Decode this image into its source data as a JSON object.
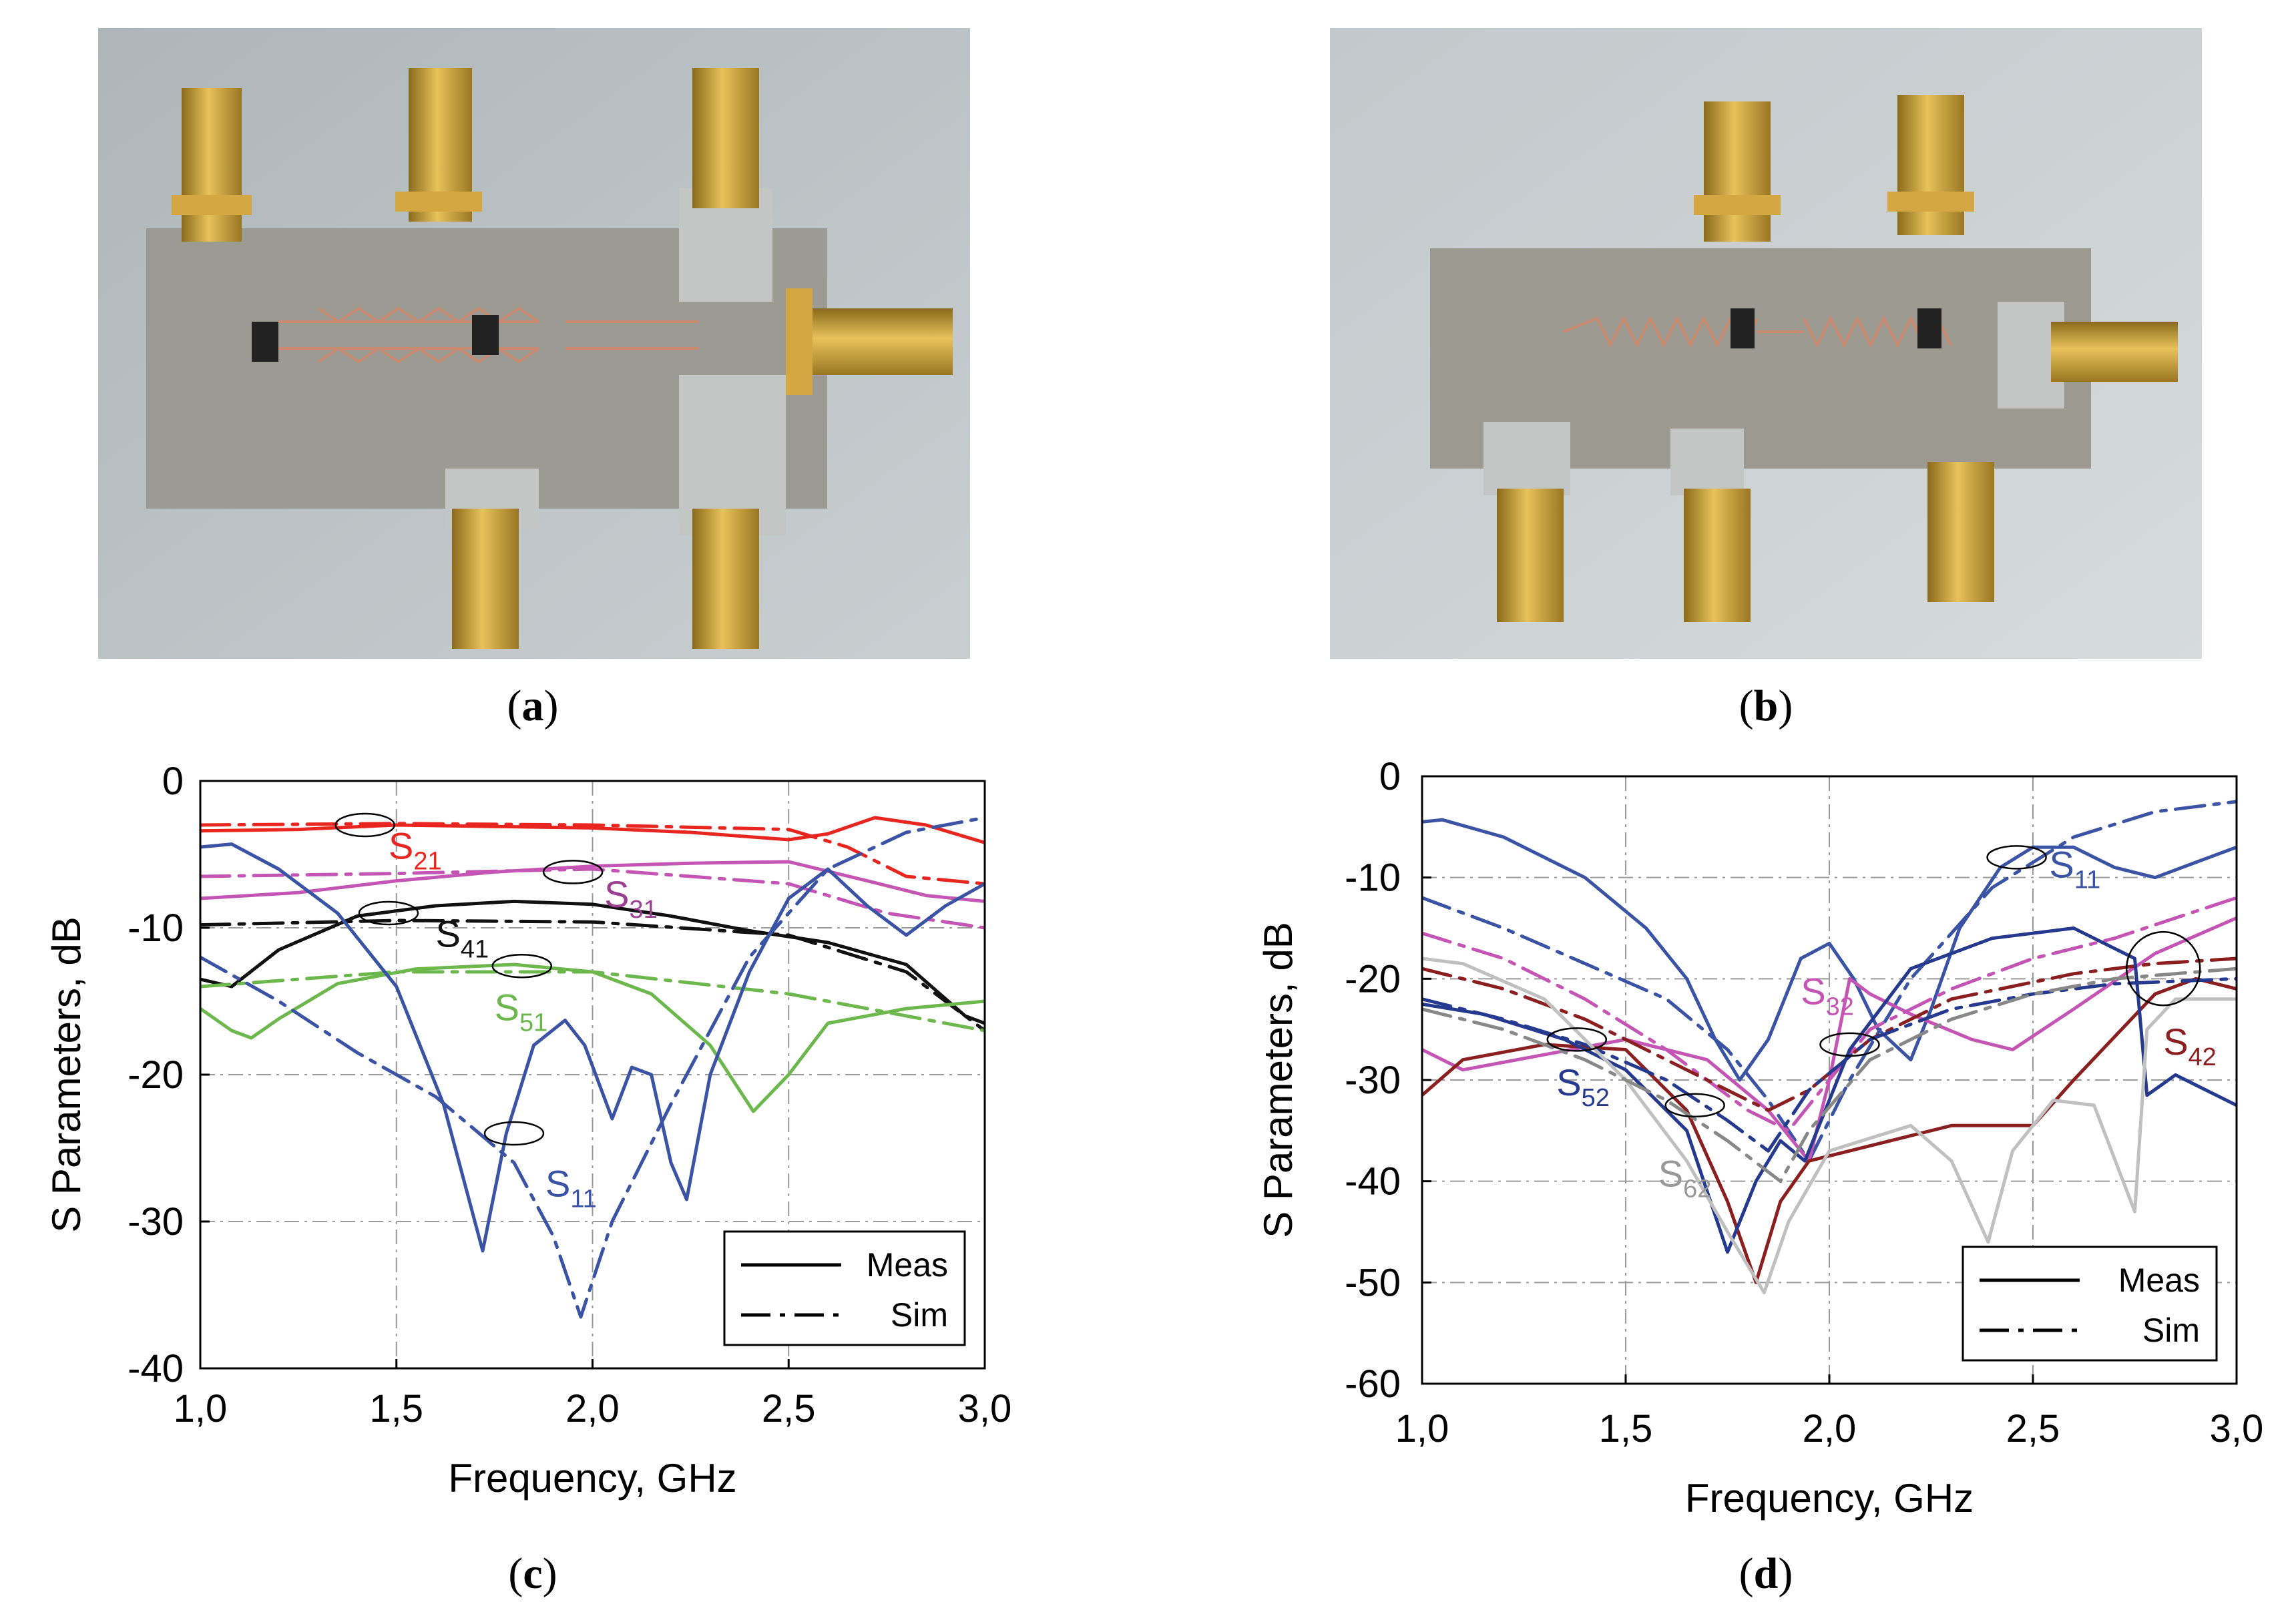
{
  "captions": {
    "a": "a",
    "b": "b",
    "c": "c",
    "d": "d"
  },
  "chart_data": [
    {
      "type": "line",
      "panel": "c",
      "xlabel": "Frequency, GHz",
      "ylabel": "S Parameters, dB",
      "xlim": [
        1.0,
        3.0
      ],
      "ylim": [
        -40,
        0
      ],
      "xticks": [
        "1,0",
        "1,5",
        "2,0",
        "2,5",
        "3,0"
      ],
      "yticks": [
        "0",
        "-10",
        "-20",
        "-30",
        "-40"
      ],
      "grid": true,
      "legend_position": "bottom-right",
      "legend": [
        "Meas",
        "Sim"
      ],
      "series": [
        {
          "name": "S21",
          "kind": "meas",
          "color": "#e8251f",
          "x": [
            1.0,
            1.25,
            1.5,
            1.75,
            2.0,
            2.25,
            2.5,
            2.6,
            2.72,
            2.85,
            3.0
          ],
          "y": [
            -3.4,
            -3.3,
            -3.0,
            -3.1,
            -3.2,
            -3.5,
            -4.0,
            -3.6,
            -2.5,
            -3.0,
            -4.2
          ]
        },
        {
          "name": "S21",
          "kind": "sim",
          "color": "#e8251f",
          "x": [
            1.0,
            1.5,
            2.0,
            2.5,
            2.65,
            2.8,
            3.0
          ],
          "y": [
            -3.0,
            -2.9,
            -3.0,
            -3.3,
            -4.5,
            -6.5,
            -7.0
          ]
        },
        {
          "name": "S31",
          "kind": "meas",
          "color": "#c455b5",
          "x": [
            1.0,
            1.25,
            1.5,
            1.75,
            2.0,
            2.25,
            2.5,
            2.7,
            2.85,
            3.0
          ],
          "y": [
            -8.0,
            -7.6,
            -6.8,
            -6.2,
            -5.8,
            -5.6,
            -5.5,
            -6.8,
            -7.8,
            -8.2
          ]
        },
        {
          "name": "S31",
          "kind": "sim",
          "color": "#c455b5",
          "x": [
            1.0,
            1.5,
            2.0,
            2.5,
            2.75,
            3.0
          ],
          "y": [
            -6.5,
            -6.3,
            -6.0,
            -7.0,
            -9.0,
            -10.0
          ]
        },
        {
          "name": "S41",
          "kind": "meas",
          "color": "#111111",
          "x": [
            1.0,
            1.08,
            1.2,
            1.4,
            1.6,
            1.8,
            2.0,
            2.2,
            2.4,
            2.6,
            2.8,
            2.95,
            3.0
          ],
          "y": [
            -13.5,
            -14.0,
            -11.5,
            -9.2,
            -8.5,
            -8.2,
            -8.4,
            -9.2,
            -10.2,
            -11.0,
            -12.5,
            -16.0,
            -16.5
          ]
        },
        {
          "name": "S41",
          "kind": "sim",
          "color": "#111111",
          "x": [
            1.0,
            1.5,
            2.0,
            2.5,
            2.8,
            3.0
          ],
          "y": [
            -9.8,
            -9.5,
            -9.6,
            -10.5,
            -13.0,
            -17.0
          ]
        },
        {
          "name": "S51",
          "kind": "meas",
          "color": "#6cb84d",
          "x": [
            1.0,
            1.08,
            1.13,
            1.2,
            1.35,
            1.55,
            1.8,
            2.0,
            2.15,
            2.3,
            2.41,
            2.5,
            2.6,
            2.8,
            3.0
          ],
          "y": [
            -15.5,
            -17.0,
            -17.5,
            -16.2,
            -13.8,
            -12.8,
            -12.5,
            -13.0,
            -14.5,
            -18.0,
            -22.5,
            -20.0,
            -16.5,
            -15.5,
            -15.0
          ]
        },
        {
          "name": "S51",
          "kind": "sim",
          "color": "#6cb84d",
          "x": [
            1.0,
            1.5,
            2.0,
            2.5,
            3.0
          ],
          "y": [
            -14.0,
            -13.0,
            -13.0,
            -14.5,
            -17.0
          ]
        },
        {
          "name": "S11",
          "kind": "meas",
          "color": "#3a53a4",
          "x": [
            1.0,
            1.08,
            1.2,
            1.35,
            1.5,
            1.62,
            1.72,
            1.78,
            1.85,
            1.93,
            1.98,
            2.05,
            2.1,
            2.15,
            2.2,
            2.24,
            2.3,
            2.4,
            2.5,
            2.6,
            2.7,
            2.8,
            2.9,
            3.0
          ],
          "y": [
            -4.5,
            -4.3,
            -6.0,
            -9.0,
            -14.0,
            -22.0,
            -32.0,
            -24.0,
            -18.0,
            -16.3,
            -18.0,
            -23.0,
            -19.5,
            -20.0,
            -26.0,
            -28.5,
            -20.0,
            -13.0,
            -8.0,
            -6.0,
            -8.5,
            -10.5,
            -8.5,
            -7.0
          ]
        },
        {
          "name": "S11",
          "kind": "sim",
          "color": "#3a53a4",
          "x": [
            1.0,
            1.2,
            1.4,
            1.6,
            1.8,
            1.9,
            1.97,
            2.05,
            2.2,
            2.4,
            2.6,
            2.8,
            3.0
          ],
          "y": [
            -12.0,
            -15.0,
            -18.5,
            -21.5,
            -26.0,
            -31.0,
            -36.5,
            -30.0,
            -22.0,
            -12.0,
            -6.0,
            -3.5,
            -2.5
          ]
        }
      ],
      "annotations": [
        {
          "text": "S",
          "sub": "21",
          "x": 1.48,
          "y": -5.3,
          "color": "#e8251f"
        },
        {
          "text": "S",
          "sub": "31",
          "x": 2.03,
          "y": -8.6,
          "color": "#9c3f92"
        },
        {
          "text": "S",
          "sub": "41",
          "x": 1.6,
          "y": -11.3,
          "color": "#111111"
        },
        {
          "text": "S",
          "sub": "51",
          "x": 1.75,
          "y": -16.3,
          "color": "#6cb84d"
        },
        {
          "text": "S",
          "sub": "11",
          "x": 1.88,
          "y": -28.3,
          "color": "#3a53a4"
        }
      ]
    },
    {
      "type": "line",
      "panel": "d",
      "xlabel": "Frequency, GHz",
      "ylabel": "S Parameters, dB",
      "xlim": [
        1.0,
        3.0
      ],
      "ylim": [
        -60,
        0
      ],
      "xticks": [
        "1,0",
        "1,5",
        "2,0",
        "2,5",
        "3,0"
      ],
      "yticks": [
        "0",
        "-10",
        "-20",
        "-30",
        "-40",
        "-50",
        "-60"
      ],
      "grid": true,
      "legend_position": "bottom-right",
      "legend": [
        "Meas",
        "Sim"
      ],
      "series": [
        {
          "name": "S11",
          "kind": "meas",
          "color": "#3a53a4",
          "x": [
            1.0,
            1.05,
            1.2,
            1.4,
            1.55,
            1.65,
            1.72,
            1.78,
            1.85,
            1.93,
            2.0,
            2.06,
            2.12,
            2.2,
            2.25,
            2.32,
            2.42,
            2.5,
            2.6,
            2.7,
            2.8,
            2.9,
            3.0
          ],
          "y": [
            -4.5,
            -4.3,
            -6.0,
            -10.0,
            -15.0,
            -20.0,
            -26.0,
            -30.0,
            -26.0,
            -18.0,
            -16.5,
            -20.0,
            -25.0,
            -28.0,
            -23.0,
            -15.0,
            -9.0,
            -7.0,
            -7.0,
            -9.0,
            -10.0,
            -8.5,
            -7.0
          ]
        },
        {
          "name": "S11",
          "kind": "sim",
          "color": "#3a53a4",
          "x": [
            1.0,
            1.2,
            1.4,
            1.6,
            1.75,
            1.85,
            1.95,
            2.05,
            2.2,
            2.4,
            2.6,
            2.8,
            3.0
          ],
          "y": [
            -12.0,
            -15.0,
            -18.5,
            -22.0,
            -27.0,
            -32.0,
            -38.0,
            -30.0,
            -20.0,
            -11.0,
            -6.0,
            -3.5,
            -2.5
          ]
        },
        {
          "name": "S32",
          "kind": "meas",
          "color": "#c455b5",
          "x": [
            1.0,
            1.1,
            1.3,
            1.5,
            1.7,
            1.85,
            1.95,
            2.0,
            2.05,
            2.1,
            2.2,
            2.35,
            2.45,
            2.6,
            2.8,
            3.0
          ],
          "y": [
            -27.0,
            -29.0,
            -27.5,
            -26.0,
            -28.0,
            -33.0,
            -38.0,
            -30.0,
            -20.0,
            -21.5,
            -23.5,
            -26.0,
            -27.0,
            -23.0,
            -17.5,
            -14.0
          ]
        },
        {
          "name": "S32",
          "kind": "sim",
          "color": "#c455b5",
          "x": [
            1.0,
            1.2,
            1.4,
            1.6,
            1.8,
            1.9,
            2.0,
            2.1,
            2.3,
            2.5,
            2.7,
            3.0
          ],
          "y": [
            -15.5,
            -18.0,
            -22.0,
            -27.0,
            -33.0,
            -35.0,
            -30.0,
            -25.0,
            -21.0,
            -18.0,
            -16.0,
            -12.0
          ]
        },
        {
          "name": "S42",
          "kind": "meas",
          "color": "#8b1e1e",
          "x": [
            1.0,
            1.1,
            1.3,
            1.5,
            1.65,
            1.75,
            1.82,
            1.88,
            1.95,
            2.1,
            2.3,
            2.5,
            2.6,
            2.8,
            2.9,
            3.0
          ],
          "y": [
            -31.5,
            -28.0,
            -26.5,
            -27.0,
            -33.0,
            -42.0,
            -50.0,
            -42.0,
            -38.0,
            -36.5,
            -34.5,
            -34.5,
            -30.0,
            -21.5,
            -20.0,
            -21.0
          ]
        },
        {
          "name": "S42",
          "kind": "sim",
          "color": "#8b1e1e",
          "x": [
            1.0,
            1.2,
            1.4,
            1.6,
            1.75,
            1.85,
            1.95,
            2.1,
            2.3,
            2.6,
            2.8,
            3.0
          ],
          "y": [
            -19.0,
            -21.0,
            -24.0,
            -28.0,
            -31.0,
            -33.0,
            -31.0,
            -26.0,
            -22.0,
            -19.5,
            -18.5,
            -18.0
          ]
        },
        {
          "name": "S52",
          "kind": "meas",
          "color": "#253a8e",
          "x": [
            1.0,
            1.15,
            1.35,
            1.5,
            1.65,
            1.75,
            1.82,
            1.88,
            1.94,
            2.05,
            2.2,
            2.4,
            2.6,
            2.75,
            2.78,
            2.85,
            3.0
          ],
          "y": [
            -22.5,
            -23.5,
            -26.0,
            -29.0,
            -35.0,
            -47.0,
            -40.0,
            -36.0,
            -38.0,
            -27.0,
            -19.0,
            -16.0,
            -15.0,
            -18.0,
            -31.5,
            -29.5,
            -32.5
          ]
        },
        {
          "name": "S52",
          "kind": "sim",
          "color": "#253a8e",
          "x": [
            1.0,
            1.2,
            1.4,
            1.6,
            1.75,
            1.85,
            1.95,
            2.1,
            2.3,
            2.5,
            2.7,
            3.0
          ],
          "y": [
            -22.0,
            -24.0,
            -26.5,
            -30.0,
            -34.0,
            -37.0,
            -31.0,
            -26.0,
            -23.0,
            -21.5,
            -20.5,
            -20.0
          ]
        },
        {
          "name": "S62",
          "kind": "meas",
          "color": "#c0c0c0",
          "x": [
            1.0,
            1.1,
            1.3,
            1.5,
            1.65,
            1.75,
            1.84,
            1.9,
            2.0,
            2.2,
            2.3,
            2.39,
            2.45,
            2.55,
            2.65,
            2.75,
            2.78,
            2.85,
            3.0
          ],
          "y": [
            -18.0,
            -18.5,
            -22.0,
            -30.0,
            -38.0,
            -45.0,
            -51.0,
            -44.0,
            -37.0,
            -34.5,
            -38.0,
            -46.0,
            -37.0,
            -32.0,
            -32.5,
            -43.0,
            -25.0,
            -22.0,
            -22.0
          ]
        },
        {
          "name": "S62",
          "kind": "sim",
          "color": "#888888",
          "x": [
            1.0,
            1.2,
            1.4,
            1.6,
            1.75,
            1.88,
            1.95,
            2.1,
            2.3,
            2.5,
            2.7,
            3.0
          ],
          "y": [
            -23.0,
            -25.0,
            -28.0,
            -32.0,
            -36.0,
            -40.0,
            -35.0,
            -28.0,
            -24.0,
            -21.5,
            -20.0,
            -19.0
          ]
        }
      ],
      "annotations": [
        {
          "text": "S",
          "sub": "11",
          "x": 2.54,
          "y": -10.0,
          "color": "#3a53a4"
        },
        {
          "text": "S",
          "sub": "32",
          "x": 1.93,
          "y": -22.5,
          "color": "#c455b5"
        },
        {
          "text": "S",
          "sub": "42",
          "x": 2.82,
          "y": -27.5,
          "color": "#8b1e1e"
        },
        {
          "text": "S",
          "sub": "52",
          "x": 1.33,
          "y": -31.5,
          "color": "#253a8e"
        },
        {
          "text": "S",
          "sub": "62",
          "x": 1.58,
          "y": -40.5,
          "color": "#999999"
        }
      ]
    }
  ]
}
